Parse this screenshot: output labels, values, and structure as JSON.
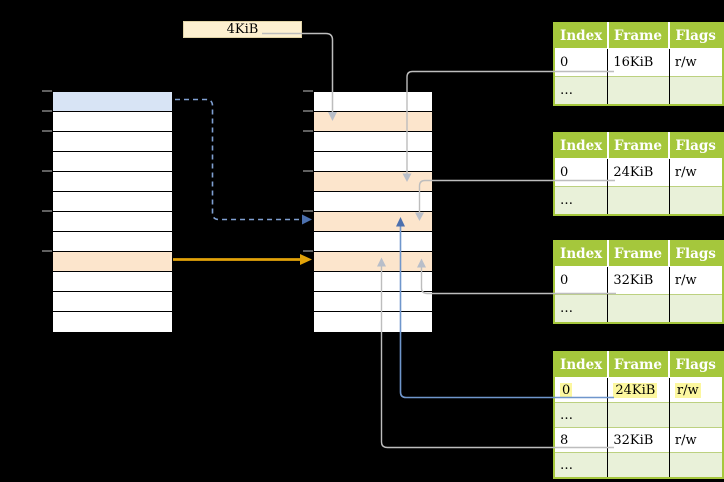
{
  "page_size_label": "4KiB",
  "memory_columns": {
    "left": {
      "name": "virtual-memory-column",
      "rows": 12,
      "blue_rows": [
        0
      ],
      "orange_rows": [
        8
      ]
    },
    "right": {
      "name": "physical-memory-column",
      "rows": 12,
      "orange_rows": [
        1,
        4,
        6,
        8
      ]
    }
  },
  "tables": [
    {
      "name": "page-table-1",
      "headers": [
        "Index",
        "Frame",
        "Flags"
      ],
      "rows": [
        {
          "cells": [
            "0",
            "16KiB",
            "r/w"
          ],
          "shaded": false,
          "highlighted": false
        },
        {
          "cells": [
            "…",
            "",
            ""
          ],
          "shaded": true,
          "highlighted": false
        }
      ]
    },
    {
      "name": "page-table-2",
      "headers": [
        "Index",
        "Frame",
        "Flags"
      ],
      "rows": [
        {
          "cells": [
            "0",
            "24KiB",
            "r/w"
          ],
          "shaded": false,
          "highlighted": false
        },
        {
          "cells": [
            "…",
            "",
            ""
          ],
          "shaded": true,
          "highlighted": false
        }
      ]
    },
    {
      "name": "page-table-3",
      "headers": [
        "Index",
        "Frame",
        "Flags"
      ],
      "rows": [
        {
          "cells": [
            "0",
            "32KiB",
            "r/w"
          ],
          "shaded": false,
          "highlighted": false
        },
        {
          "cells": [
            "…",
            "",
            ""
          ],
          "shaded": true,
          "highlighted": false
        }
      ]
    },
    {
      "name": "page-table-4",
      "headers": [
        "Index",
        "Frame",
        "Flags"
      ],
      "rows": [
        {
          "cells": [
            "0",
            "24KiB",
            "r/w"
          ],
          "shaded": false,
          "highlighted": true
        },
        {
          "cells": [
            "…",
            "",
            ""
          ],
          "shaded": true,
          "highlighted": false
        },
        {
          "cells": [
            "8",
            "32KiB",
            "r/w"
          ],
          "shaded": false,
          "highlighted": false
        },
        {
          "cells": [
            "…",
            "",
            ""
          ],
          "shaded": true,
          "highlighted": false
        }
      ]
    }
  ],
  "colors": {
    "table_green": "#a5c73c",
    "table_row_shaded": "#e9f1d9",
    "highlight_yellow": "#fcf79f",
    "cell_orange": "#fce5cc",
    "cell_blue": "#d8e4f5",
    "label_cream": "#fdf0d0",
    "arrow_gray": "#bdbdbd",
    "arrow_blue": "#6f96cc",
    "arrow_dashed_blue": "#7f9fd1",
    "arrow_orange": "#e2a309"
  }
}
